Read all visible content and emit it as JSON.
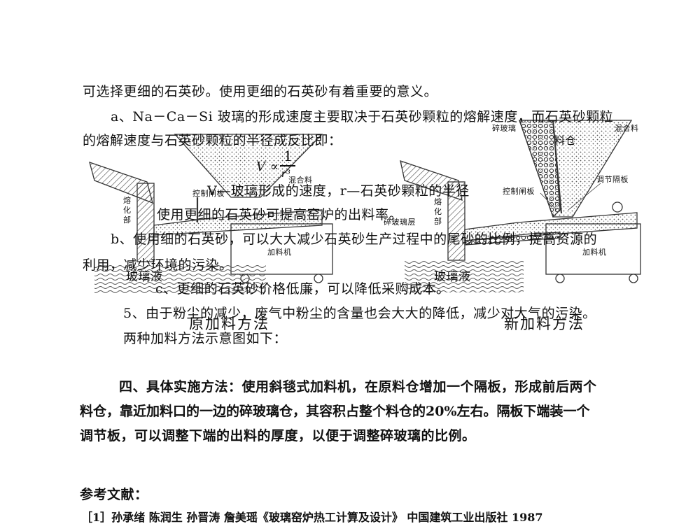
{
  "paragraphs": {
    "p1": "可选择更细的石英砂。使用更细的石英砂有着重要的意义。",
    "p2a": "a、Na－Ca－Si 玻璃的形成速度主要取决于石英砂颗粒的熔解速度，而石英砂颗粒",
    "p2b": "的熔解速度与石英砂颗粒的半径成反比即：",
    "formula_lhs": "V ∝",
    "formula_num": "1",
    "formula_den": "r³",
    "formula_def": "V—玻璃形成的速度，r—石英砂颗粒的半径",
    "p3": "使用更细的石英砂可提高窑炉的出料率。",
    "p4a": "b、使用细的石英砂，可以大大减少石英砂生产过程中的尾砂的比例，提高资源的",
    "p4b": "利用，减少环境的污染。",
    "p5": "c、更细的石英砂价格低廉，可以降低采购成本。",
    "p6": "5、由于粉尘的减少，废气中粉尘的含量也会大大的降低，减少对大气的污染。",
    "p7": "两种加料方法示意图如下：",
    "p8a": "四、具体实施方法：使用斜毯式加料机，在原料仓增加一个隔板，形成前后两个",
    "p8b": "料仓，靠近加料口的一边的碎玻璃仓，其容积占整个料仓的20%左右。隔板下端装一个",
    "p8c": "调节板，可以调整下端的出料的厚度，以便于调整碎玻璃的比例。"
  },
  "references": {
    "heading": "参考文献：",
    "items": [
      "［1］孙承绪  陈润生  孙晋涛  詹美瑶《玻璃窑炉热工计算及设计》    中国建筑工业出版社    1987"
    ]
  },
  "figure_left": {
    "caption": "原加料方法",
    "labels": {
      "mix": "混合料",
      "gate": "控制闸板",
      "melt": "熔化部",
      "glass_liquid": "玻璃液",
      "feeder": "加料机"
    }
  },
  "figure_right": {
    "caption": "新加料方法",
    "labels": {
      "cullet": "碎玻璃",
      "bin": "料仓",
      "mix": "混合料",
      "adjust": "调节隔板",
      "gate": "控制闸板",
      "melt": "熔化部",
      "cullet_layer": "碎玻璃层",
      "glass_liquid": "玻璃液",
      "feeder": "加料机"
    }
  }
}
